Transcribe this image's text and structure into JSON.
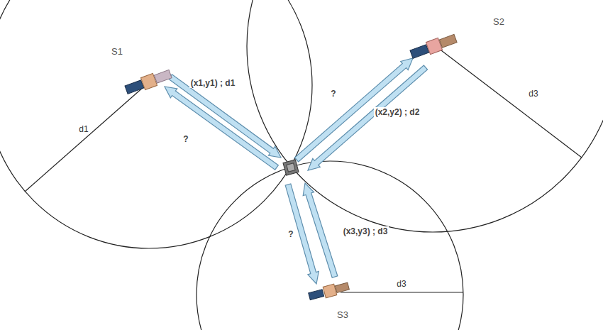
{
  "diagram": {
    "nodes": [
      {
        "text": [
          "S1"
        ]
      },
      {
        "text": [
          "S2"
        ]
      },
      {
        "text": [
          "S3"
        ]
      }
    ],
    "labels": [
      "(x1,y1) ; d1",
      "?",
      "d1",
      "?",
      "(x2,y2) ; d2",
      "d3",
      "?",
      "(x3,y3) ; d3",
      "d3"
    ]
  }
}
